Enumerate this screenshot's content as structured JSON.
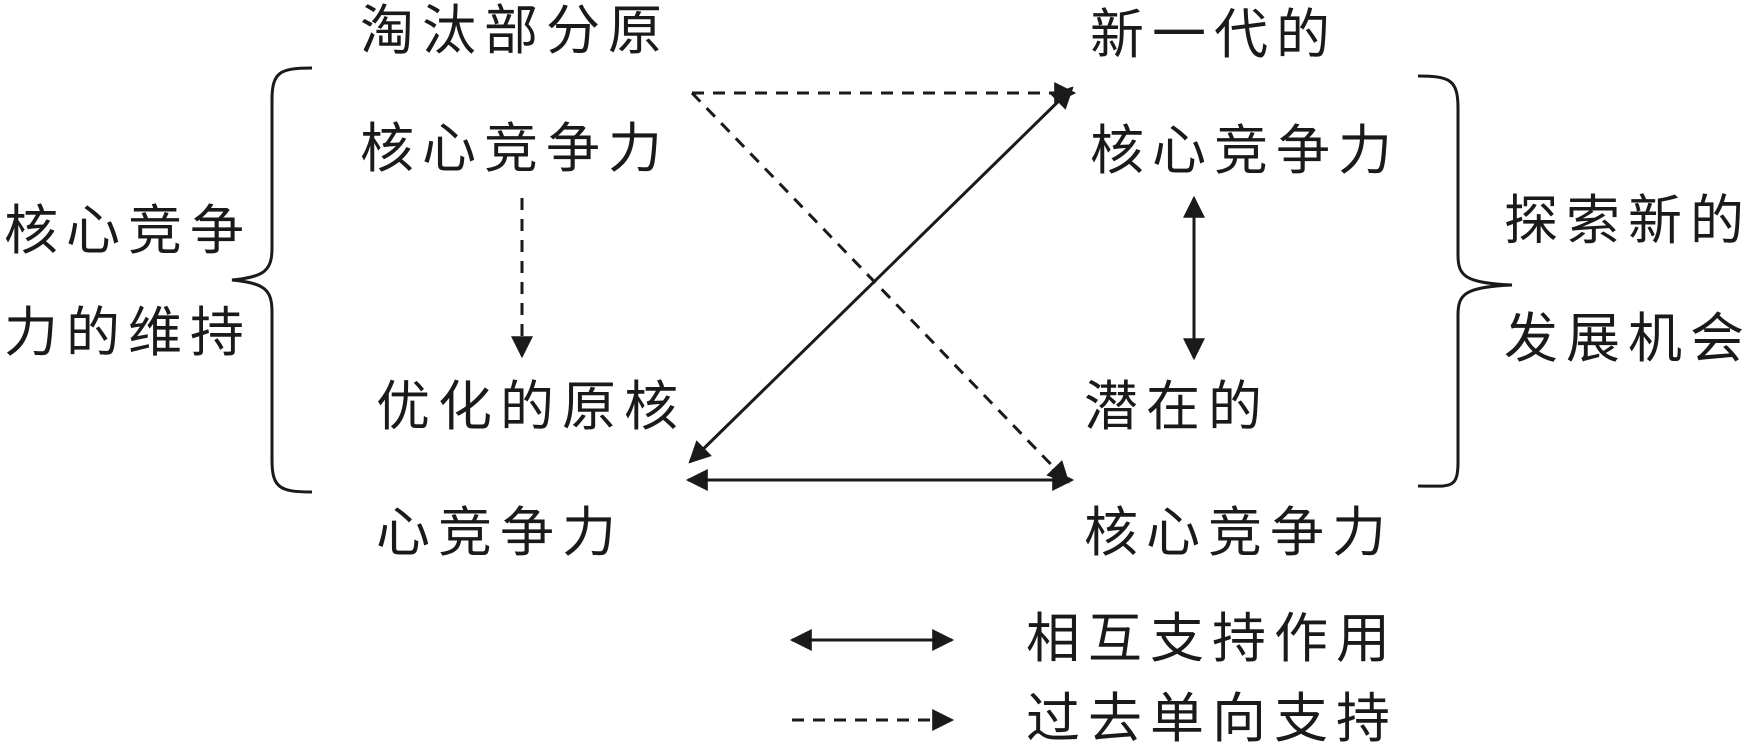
{
  "left_group": {
    "label_line1": "核心竞争",
    "label_line2": "力的维持"
  },
  "right_group": {
    "label_line1": "探索新的",
    "label_line2": "发展机会"
  },
  "nodes": {
    "top_left_line1": "淘汰部分原",
    "top_left_line2": "核心竞争力",
    "bottom_left_line1": "优化的原核",
    "bottom_left_line2": "心竞争力",
    "top_right_line1": "新一代的",
    "top_right_line2": "核心竞争力",
    "bottom_right_line1": "潜在的",
    "bottom_right_line2": "核心竞争力"
  },
  "legend": {
    "solid_label": "相互支持作用",
    "dashed_label": "过去单向支持"
  },
  "colors": {
    "line": "#1a1a1a",
    "background": "#ffffff"
  }
}
